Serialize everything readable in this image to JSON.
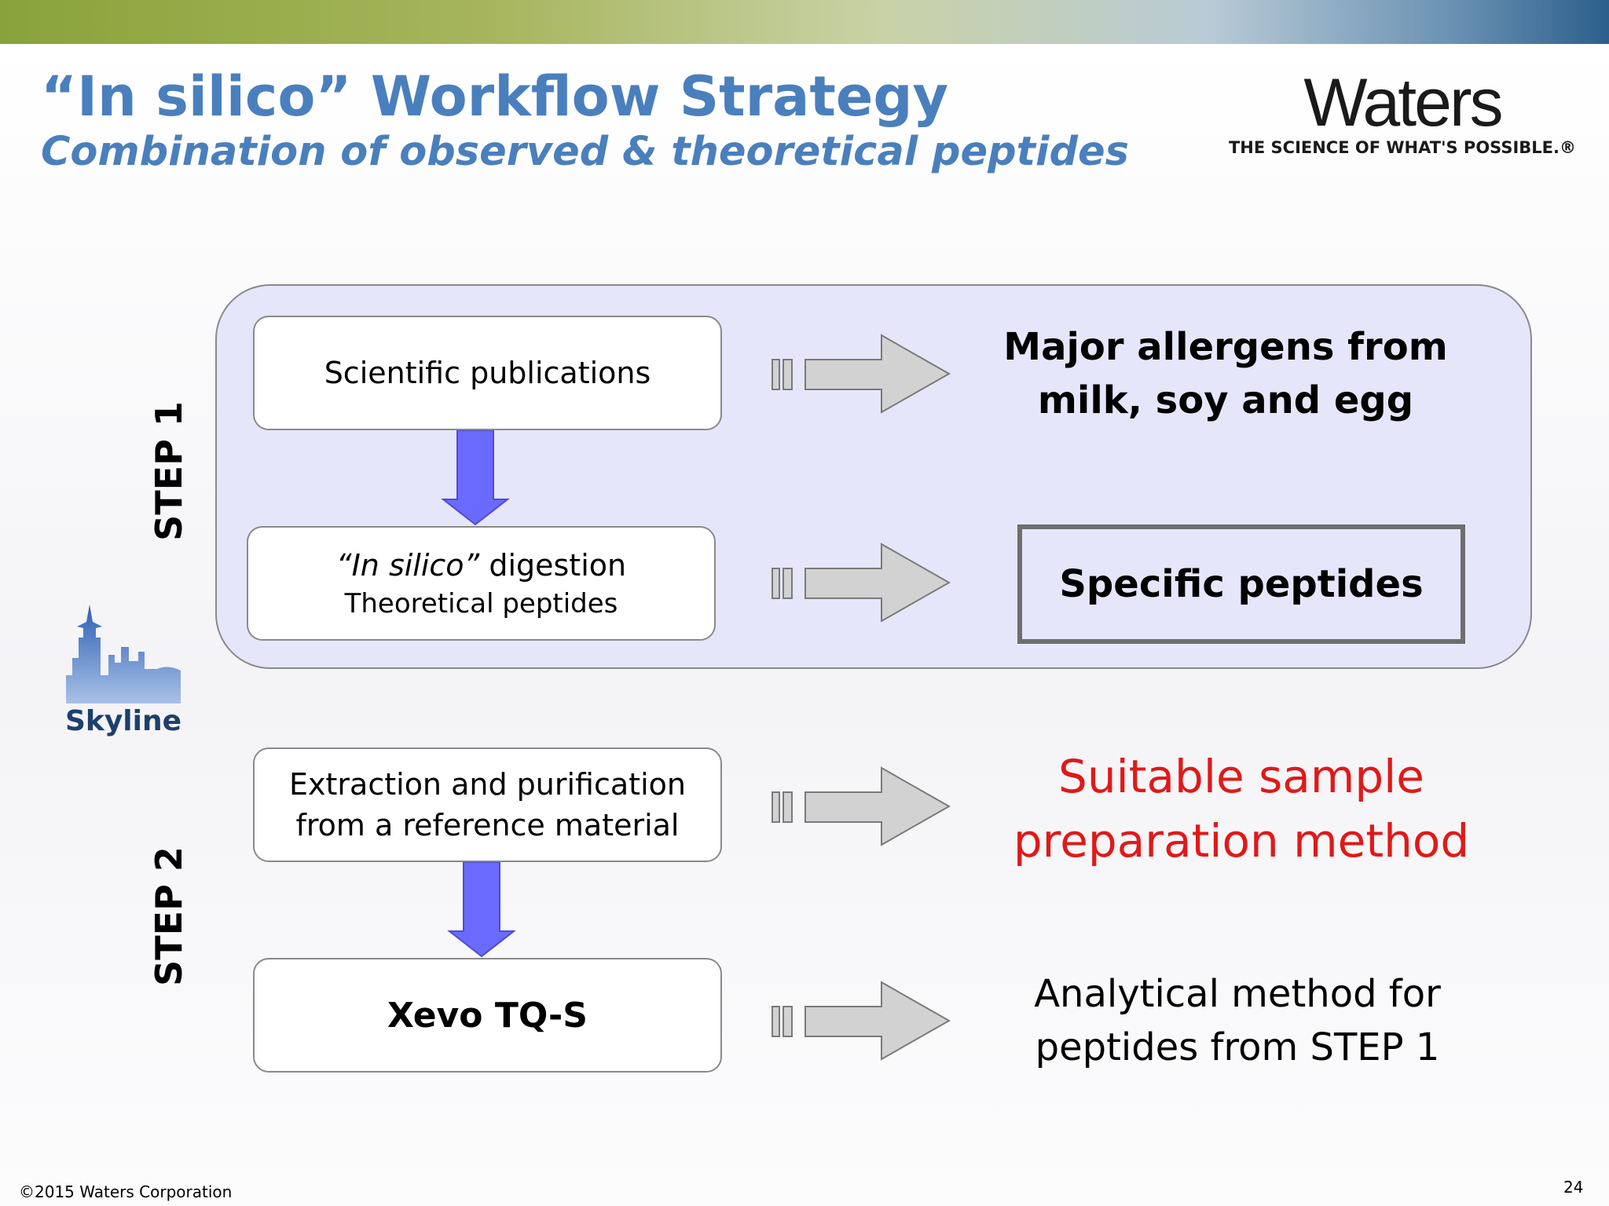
{
  "header": {
    "title": "“In silico” Workflow Strategy",
    "subtitle": "Combination of observed & theoretical peptides"
  },
  "logo": {
    "wordmark": "Waters",
    "tagline": "THE SCIENCE OF WHAT'S POSSIBLE.®"
  },
  "steps": {
    "step1": "STEP 1",
    "step2": "STEP 2"
  },
  "boxes": {
    "publications": "Scientific publications",
    "digestion_prefix": "“In silico”",
    "digestion_suffix": " digestion",
    "theoretical": "Theoretical peptides",
    "extraction_line1": "Extraction and purification",
    "extraction_line2": "from a reference material",
    "xevo": "Xevo TQ-S"
  },
  "results": {
    "allergens_line1": "Major allergens from",
    "allergens_line2": "milk, soy and egg",
    "specific_peptides": "Specific peptides",
    "method_line1": "Suitable sample",
    "method_line2": "preparation method",
    "analytical_line1": "Analytical method for",
    "analytical_line2": "peptides from STEP 1"
  },
  "skyline_logo": {
    "label": "Skyline"
  },
  "footer": {
    "copyright": "©2015 Waters Corporation",
    "page_number": "24"
  },
  "colors": {
    "title": "#4a7fbd",
    "panel": "#e6e6fa",
    "down_arrow": "#6a6aff",
    "gray_arrow": "#d2d2d2",
    "highlight_text": "#e01919"
  },
  "icons": {
    "down_arrow": "arrow-down-icon",
    "right_arrow": "striped-arrow-right-icon"
  }
}
